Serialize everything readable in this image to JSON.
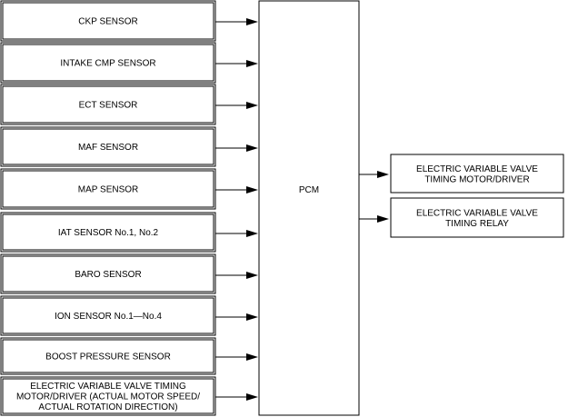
{
  "inputs": [
    {
      "lines": [
        "CKP SENSOR"
      ]
    },
    {
      "lines": [
        "INTAKE CMP SENSOR"
      ]
    },
    {
      "lines": [
        "ECT SENSOR"
      ]
    },
    {
      "lines": [
        "MAF SENSOR"
      ]
    },
    {
      "lines": [
        "MAP SENSOR"
      ]
    },
    {
      "lines": [
        "IAT SENSOR No.1, No.2"
      ]
    },
    {
      "lines": [
        "BARO SENSOR"
      ]
    },
    {
      "lines": [
        "ION SENSOR No.1—No.4"
      ]
    },
    {
      "lines": [
        "BOOST PRESSURE SENSOR"
      ]
    },
    {
      "lines": [
        "ELECTRIC VARIABLE VALVE TIMING",
        "MOTOR/DRIVER (ACTUAL MOTOR SPEED/",
        "ACTUAL ROTATION DIRECTION)"
      ]
    }
  ],
  "controller": {
    "label": "PCM"
  },
  "outputs": [
    {
      "lines": [
        "ELECTRIC VARIABLE VALVE",
        "TIMING MOTOR/DRIVER"
      ]
    },
    {
      "lines": [
        "ELECTRIC VARIABLE VALVE",
        "TIMING RELAY"
      ]
    }
  ]
}
